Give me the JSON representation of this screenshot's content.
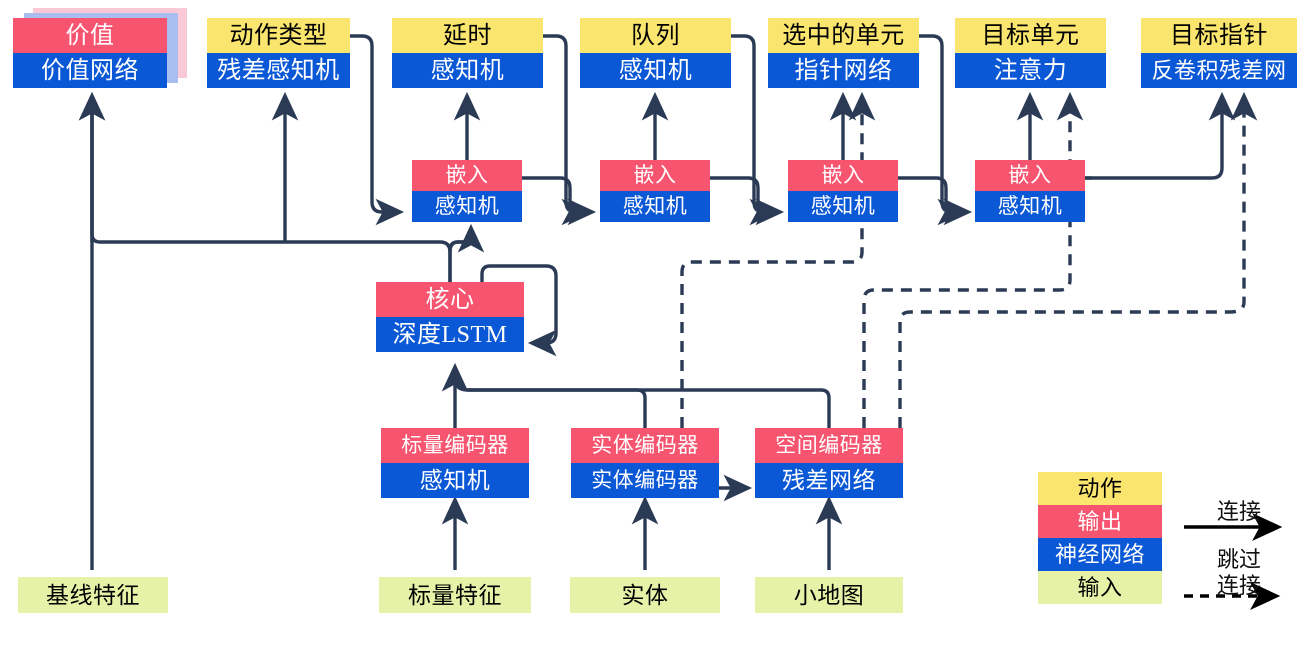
{
  "diagram": {
    "title": "",
    "colors": {
      "action": "#fae56e",
      "output": "#f6546f",
      "network": "#0b58d6",
      "input": "#e6f2a8",
      "line": "#2b3a55"
    },
    "nodes": {
      "value": {
        "top": "价值",
        "bottom": "价值网络"
      },
      "action_type": {
        "top": "动作类型",
        "bottom": "残差感知机"
      },
      "delay": {
        "top": "延时",
        "bottom": "感知机"
      },
      "queue": {
        "top": "队列",
        "bottom": "感知机"
      },
      "selected_unit": {
        "top": "选中的单元",
        "bottom": "指针网络"
      },
      "target_unit": {
        "top": "目标单元",
        "bottom": "注意力"
      },
      "target_point": {
        "top": "目标指针",
        "bottom": "反卷积残差网"
      },
      "embed1": {
        "top": "嵌入",
        "bottom": "感知机"
      },
      "embed2": {
        "top": "嵌入",
        "bottom": "感知机"
      },
      "embed3": {
        "top": "嵌入",
        "bottom": "感知机"
      },
      "embed4": {
        "top": "嵌入",
        "bottom": "感知机"
      },
      "core": {
        "top": "核心",
        "bottom": "深度LSTM"
      },
      "scalar_enc": {
        "top": "标量编码器",
        "bottom": "感知机"
      },
      "entity_enc": {
        "top": "实体编码器",
        "bottom": "实体编码器"
      },
      "spatial_enc": {
        "top": "空间编码器",
        "bottom": "残差网络"
      }
    },
    "inputs": {
      "baseline": "基线特征",
      "scalar": "标量特征",
      "entity": "实体",
      "minimap": "小地图"
    },
    "legend": {
      "swatches": [
        {
          "label": "动作",
          "kind": "action"
        },
        {
          "label": "输出",
          "kind": "output"
        },
        {
          "label": "神经网络",
          "kind": "network"
        },
        {
          "label": "输入",
          "kind": "input"
        }
      ],
      "arrows": [
        {
          "label": "连接",
          "style": "solid"
        },
        {
          "label_line1": "跳过",
          "label_line2": "连接",
          "style": "dashed"
        }
      ]
    }
  }
}
